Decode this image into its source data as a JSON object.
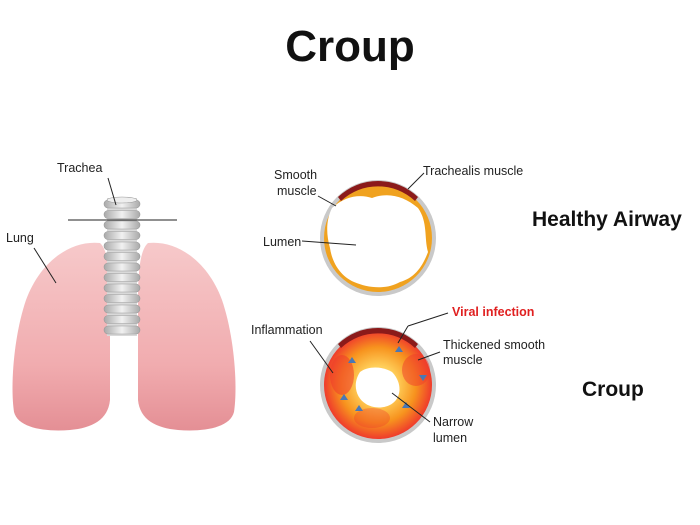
{
  "title": "Croup",
  "panels": {
    "healthy": "Healthy Airway",
    "croup": "Croup"
  },
  "labels": {
    "trachea": "Trachea",
    "lung": "Lung",
    "smooth_muscle_line1": "Smooth",
    "smooth_muscle_line2": "muscle",
    "trachealis_muscle": "Trachealis muscle",
    "lumen": "Lumen",
    "viral_infection": "Viral infection",
    "inflammation": "Inflammation",
    "thickened_line1": "Thickened smooth",
    "thickened_line2": "muscle",
    "narrow_line1": "Narrow",
    "narrow_line2": "lumen"
  },
  "colors": {
    "lung": "#f2b3b5",
    "lung_dark": "#e79499",
    "cartilage": "#c9c9c9",
    "muscle_red": "#8b1a1a",
    "healthy_wall": "#f0a21f",
    "inflamed": "#ef3b2c",
    "viral_red": "#e02020"
  }
}
